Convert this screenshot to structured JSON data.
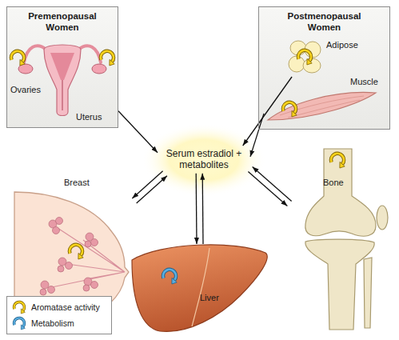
{
  "diagram": {
    "nodes": [
      {
        "text": [
          "Premenopausal Women"
        ]
      },
      {
        "text": [
          "Ovaries"
        ],
        "in": 0
      },
      {
        "text": [
          "Uterus"
        ],
        "in": 0
      },
      {
        "text": [
          "Postmenopausal Women"
        ]
      },
      {
        "text": [
          "Adipose"
        ],
        "in": 3
      },
      {
        "text": [
          "Muscle"
        ],
        "in": 3
      },
      {
        "text": [
          "Serum estradiol + metabolites"
        ]
      },
      {
        "text": [
          "Breast"
        ]
      },
      {
        "text": [
          "Liver"
        ]
      },
      {
        "text": [
          "Bone"
        ]
      }
    ],
    "edges": [
      {
        "from": 0,
        "to": 6,
        "arrow": "to"
      },
      {
        "from": 4,
        "to": 6,
        "arrow": "to"
      },
      {
        "from": 5,
        "to": 6,
        "arrow": "to"
      },
      {
        "from": 6,
        "to": 7,
        "arrow": "to"
      },
      {
        "from": 7,
        "to": 6,
        "arrow": "to"
      },
      {
        "from": 6,
        "to": 8,
        "arrow": "to"
      },
      {
        "from": 8,
        "to": 6,
        "arrow": "to"
      },
      {
        "from": 6,
        "to": 9,
        "arrow": "to"
      },
      {
        "from": 9,
        "to": 6,
        "arrow": "to"
      }
    ],
    "legend": [
      {
        "text": "Aromatase activity"
      },
      {
        "text": "Metabolism"
      }
    ]
  }
}
